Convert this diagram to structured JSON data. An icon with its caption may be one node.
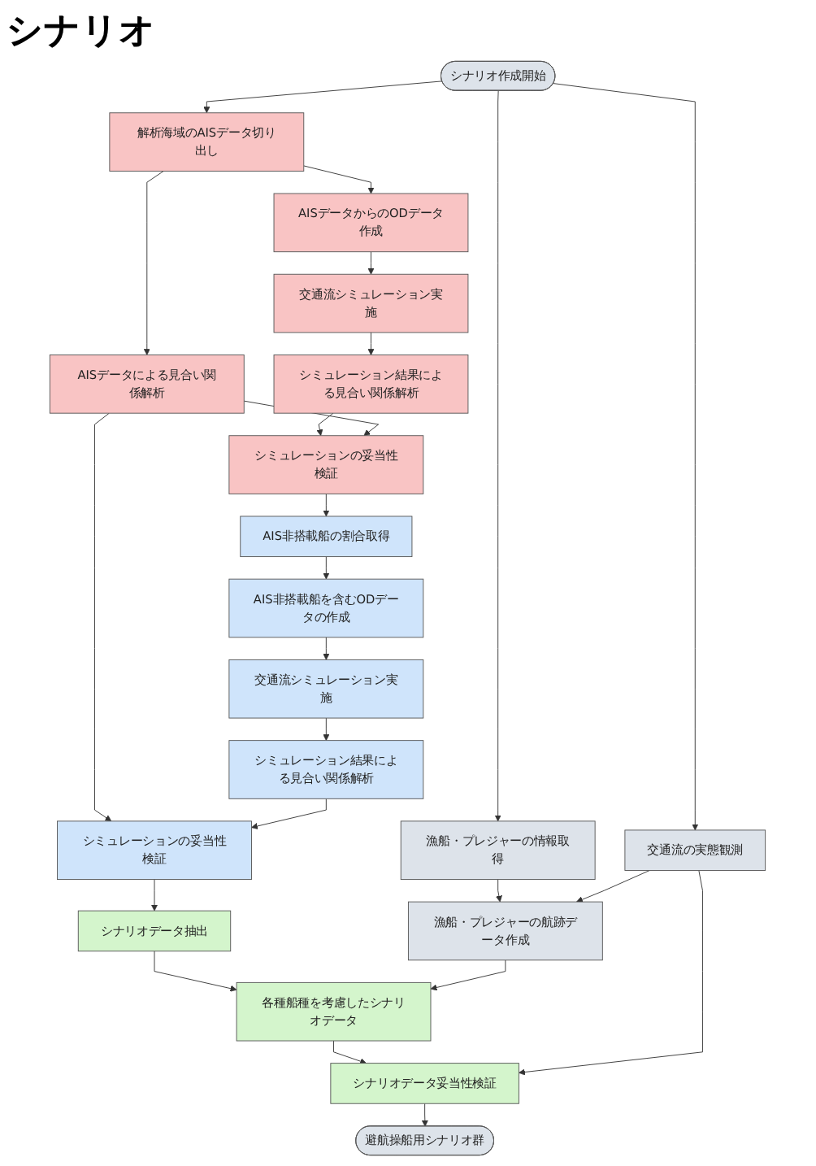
{
  "diagram": {
    "title": "シナリオ",
    "nodes": [
      {
        "text": [
          "シナリオ作成開始"
        ]
      },
      {
        "text": [
          "解析海域のAISデータ切り出し"
        ]
      },
      {
        "text": [
          "漁船・プレジャーの情報取得"
        ]
      },
      {
        "text": [
          "交通流の実態観測"
        ]
      },
      {
        "text": [
          "AISデータによる見合い関係解析"
        ]
      },
      {
        "text": [
          "AISデータからのODデータ作成"
        ]
      },
      {
        "text": [
          "漁船・プレジャーの航跡データ作成"
        ]
      },
      {
        "text": [
          "交通流シミュレーション実施"
        ]
      },
      {
        "text": [
          "シミュレーション結果による見合い関係解析"
        ]
      },
      {
        "text": [
          "シミュレーションの妥当性検証"
        ]
      },
      {
        "text": [
          "AIS非搭載船の割合取得"
        ]
      },
      {
        "text": [
          "AIS非搭載船を含むODデータの作成"
        ]
      },
      {
        "text": [
          "交通流シミュレーション実施"
        ]
      },
      {
        "text": [
          "シミュレーション結果による見合い関係解析"
        ]
      },
      {
        "text": [
          "シミュレーションの妥当性検証"
        ]
      },
      {
        "text": [
          "シナリオデータ抽出"
        ]
      },
      {
        "text": [
          "各種船種を考慮したシナリオデータ"
        ]
      },
      {
        "text": [
          "シナリオデータ妥当性検証"
        ]
      },
      {
        "text": [
          "避航操船用シナリオ群"
        ]
      }
    ],
    "edges": [
      {
        "from": 0,
        "to": 1,
        "arrow": "to"
      },
      {
        "from": 0,
        "to": 2,
        "arrow": "to"
      },
      {
        "from": 0,
        "to": 3,
        "arrow": "to"
      },
      {
        "from": 1,
        "to": 4,
        "arrow": "to"
      },
      {
        "from": 1,
        "to": 5,
        "arrow": "to"
      },
      {
        "from": 2,
        "to": 6,
        "arrow": "to"
      },
      {
        "from": 3,
        "to": 6,
        "arrow": "to"
      },
      {
        "from": 5,
        "to": 7,
        "arrow": "to"
      },
      {
        "from": 7,
        "to": 8,
        "arrow": "to"
      },
      {
        "from": 8,
        "to": 9,
        "arrow": "to"
      },
      {
        "from": 4,
        "to": 9,
        "arrow": "to"
      },
      {
        "from": 9,
        "to": 10,
        "arrow": "to"
      },
      {
        "from": 10,
        "to": 11,
        "arrow": "to"
      },
      {
        "from": 11,
        "to": 12,
        "arrow": "to"
      },
      {
        "from": 12,
        "to": 13,
        "arrow": "to"
      },
      {
        "from": 4,
        "to": 14,
        "arrow": "to"
      },
      {
        "from": 13,
        "to": 14,
        "arrow": "to"
      },
      {
        "from": 14,
        "to": 15,
        "arrow": "to"
      },
      {
        "from": 15,
        "to": 16,
        "arrow": "to"
      },
      {
        "from": 6,
        "to": 16,
        "arrow": "to"
      },
      {
        "from": 16,
        "to": 17,
        "arrow": "to"
      },
      {
        "from": 3,
        "to": 17,
        "arrow": "to"
      },
      {
        "from": 17,
        "to": 18,
        "arrow": "to"
      }
    ]
  }
}
